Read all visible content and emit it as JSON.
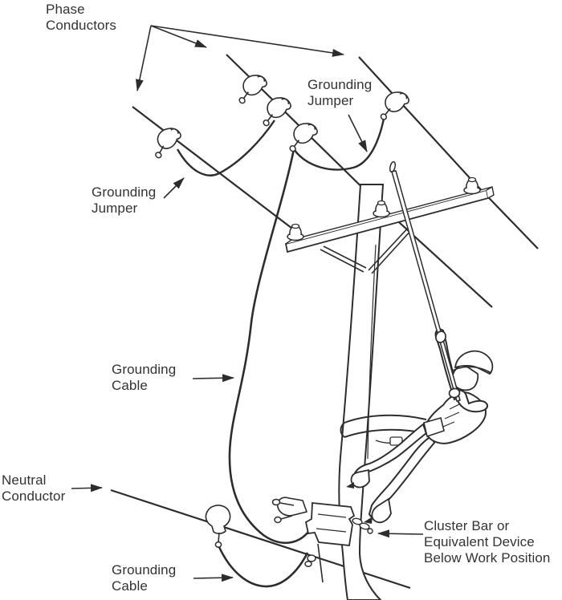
{
  "figure": {
    "background_color": "#ffffff",
    "ink_color": "#2d2d2d",
    "text_color": "#333333",
    "description": "Line-art safety illustration of temporary protective grounding on a distribution pole: three phase conductors bonded with grounding jumpers and clamps, a grounding cable running down to a cluster bar mounted on the pole below a lineworker who is belted to the pole and holding a hot stick, and a grounded neutral conductor.",
    "components": [
      "phase-conductor",
      "grounding-jumper",
      "grounding-clamp",
      "grounding-cable",
      "neutral-conductor",
      "crossarm",
      "insulator",
      "utility-pole",
      "lineworker",
      "hot-stick",
      "cluster-bar-device"
    ]
  },
  "labels": {
    "phase_conductors": "Phase\nConductors",
    "grounding_jumper_top": "Grounding\nJumper",
    "grounding_jumper_left": "Grounding\nJumper",
    "grounding_cable_mid": "Grounding\nCable",
    "neutral_conductor": "Neutral\nConductor",
    "grounding_cable_bottom": "Grounding\nCable",
    "cluster_bar": "Cluster Bar or\nEquivalent Device\nBelow Work Position"
  }
}
